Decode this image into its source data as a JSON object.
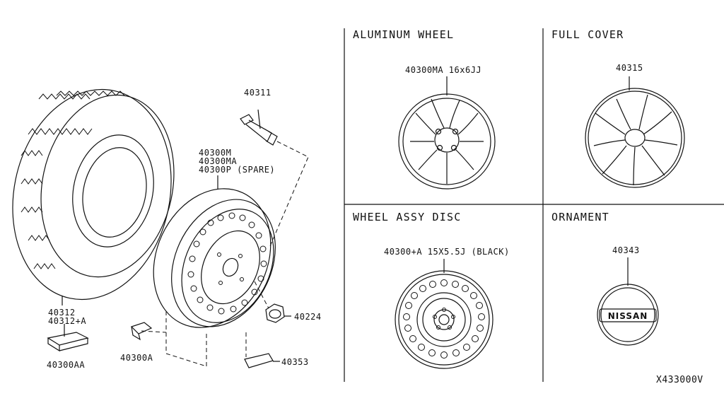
{
  "diagram_id": "X433000V",
  "panels": {
    "aluminum_wheel": {
      "title": "ALUMINUM WHEEL",
      "part": "40300MA 16x6JJ"
    },
    "full_cover": {
      "title": "FULL COVER",
      "part": "40315"
    },
    "wheel_assy_disc": {
      "title": "WHEEL ASSY DISC",
      "part": "40300+A 15X5.5J (BLACK)"
    },
    "ornament": {
      "title": "ORNAMENT",
      "part": "40343",
      "badge_text": "NISSAN"
    }
  },
  "main": {
    "tire_part_1": "40312",
    "tire_part_2": "40312+A",
    "weight_part": "40300AA",
    "valve_part": "40311",
    "wheel_part_1": "40300M",
    "wheel_part_2": "40300MA",
    "wheel_part_3": "40300P (SPARE)",
    "nut_part": "40224",
    "clip_part": "40300A",
    "label_part": "40353"
  }
}
